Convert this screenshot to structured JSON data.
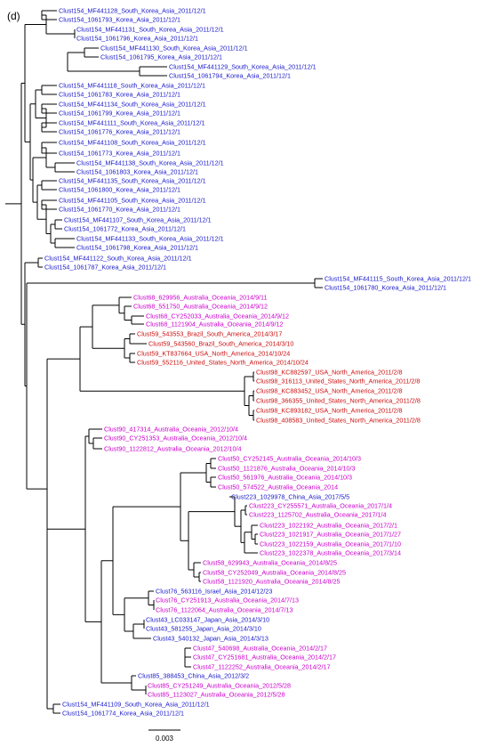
{
  "panel_label": "(d)",
  "scale_label": "0.003",
  "colors": {
    "asia": "#1a1acc",
    "oceania": "#cc00cc",
    "america": "#cc1111",
    "branch": "#000000"
  },
  "leaves": [
    {
      "label": "Clust154_MF441128_South_Korea_Asia_2011/12/1",
      "region": "asia"
    },
    {
      "label": "Clust154_1061793_Korea_Asia_2011/12/1",
      "region": "asia"
    },
    {
      "label": "Clust154_MF441131_South_Korea_Asia_2011/12/1",
      "region": "asia"
    },
    {
      "label": "Clust154_1061796_Korea_Asia_2011/12/1",
      "region": "asia"
    },
    {
      "label": "Clust154_MF441130_South_Korea_Asia_2011/12/1",
      "region": "asia"
    },
    {
      "label": "Clust154_1061795_Korea_Asia_2011/12/1",
      "region": "asia"
    },
    {
      "label": "Clust154_MF441129_South_Korea_Asia_2011/12/1",
      "region": "asia"
    },
    {
      "label": "Clust154_1061794_Korea_Asia_2011/12/1",
      "region": "asia"
    },
    {
      "label": "Clust154_MF441118_South_Korea_Asia_2011/12/1",
      "region": "asia"
    },
    {
      "label": "Clust154_1061783_Korea_Asia_2011/12/1",
      "region": "asia"
    },
    {
      "label": "Clust154_MF441134_South_Korea_Asia_2011/12/1",
      "region": "asia"
    },
    {
      "label": "Clust154_1061799_Korea_Asia_2011/12/1",
      "region": "asia"
    },
    {
      "label": "Clust154_MF441111_South_Korea_Asia_2011/12/1",
      "region": "asia"
    },
    {
      "label": "Clust154_1061776_Korea_Asia_2011/12/1",
      "region": "asia"
    },
    {
      "label": "Clust154_MF441108_South_Korea_Asia_2011/12/1",
      "region": "asia"
    },
    {
      "label": "Clust154_1061773_Korea_Asia_2011/12/1",
      "region": "asia"
    },
    {
      "label": "Clust154_MF441138_South_Korea_Asia_2011/12/1",
      "region": "asia"
    },
    {
      "label": "Clust154_1061803_Korea_Asia_2011/12/1",
      "region": "asia"
    },
    {
      "label": "Clust154_MF441135_South_Korea_Asia_2011/12/1",
      "region": "asia"
    },
    {
      "label": "Clust154_1061800_Korea_Asia_2011/12/1",
      "region": "asia"
    },
    {
      "label": "Clust154_MF441105_South_Korea_Asia_2011/12/1",
      "region": "asia"
    },
    {
      "label": "Clust154_1061770_Korea_Asia_2011/12/1",
      "region": "asia"
    },
    {
      "label": "Clust154_MF441107_South_Korea_Asia_2011/12/1",
      "region": "asia"
    },
    {
      "label": "Clust154_1061772_Korea_Asia_2011/12/1",
      "region": "asia"
    },
    {
      "label": "Clust154_MF441133_South_Korea_Asia_2011/12/1",
      "region": "asia"
    },
    {
      "label": "Clust154_1061798_Korea_Asia_2011/12/1",
      "region": "asia"
    },
    {
      "label": "Clust154_MF441122_South_Korea_Asia_2011/12/1",
      "region": "asia"
    },
    {
      "label": "Clust154_1061787_Korea_Asia_2011/12/1",
      "region": "asia"
    },
    {
      "label": "Clust154_MF441115_South_Korea_Asia_2011/12/1",
      "region": "asia"
    },
    {
      "label": "Clust154_1061780_Korea_Asia_2011/12/1",
      "region": "asia"
    },
    {
      "label": "Clust68_629956_Australia_Oceania_2014/9/11",
      "region": "oceania"
    },
    {
      "label": "Clust68_551750_Australia_Oceania_2014/9/12",
      "region": "oceania"
    },
    {
      "label": "Clust68_CY252033_Australia_Oceania_2014/9/12",
      "region": "oceania"
    },
    {
      "label": "Clust68_1121904_Australia_Oceania_2014/9/12",
      "region": "oceania"
    },
    {
      "label": "Clust59_543553_Brazil_South_America_2014/3/17",
      "region": "america"
    },
    {
      "label": "Clust59_543560_Brazil_South_America_2014/3/10",
      "region": "america"
    },
    {
      "label": "Clust59_KT837664_USA_North_America_2014/10/24",
      "region": "america"
    },
    {
      "label": "Clust59_552116_United_States_North_America_2014/10/24",
      "region": "america"
    },
    {
      "label": "Clust98_KC882597_USA_North_America_2011/2/8",
      "region": "america"
    },
    {
      "label": "Clust98_316113_United_States_North_America_2011/2/8",
      "region": "america"
    },
    {
      "label": "Clust98_KC883452_USA_North_America_2011/2/8",
      "region": "america"
    },
    {
      "label": "Clust98_366355_United_States_North_America_2011/2/8",
      "region": "america"
    },
    {
      "label": "Clust98_KC893182_USA_North_America_2011/2/8",
      "region": "america"
    },
    {
      "label": "Clust98_408583_United_States_North_America_2011/2/8",
      "region": "america"
    },
    {
      "label": "Clust90_417314_Australia_Oceania_2012/10/4",
      "region": "oceania"
    },
    {
      "label": "Clust90_CY251353_Australia_Oceania_2012/10/4",
      "region": "oceania"
    },
    {
      "label": "Clust90_1122812_Australia_Oceania_2012/10/4",
      "region": "oceania"
    },
    {
      "label": "Clust50_CY252145_Australia_Oceania_2014/10/3",
      "region": "oceania"
    },
    {
      "label": "Clust50_1121876_Australia_Oceania_2014/10/3",
      "region": "oceania"
    },
    {
      "label": "Clust50_561976_Australia_Oceania_2014/10/3",
      "region": "oceania"
    },
    {
      "label": "Clust50_574522_Australia_Oceania_2014",
      "region": "oceania"
    },
    {
      "label": "Clust223_1029978_China_Asia_2017/5/5",
      "region": "asia"
    },
    {
      "label": "Clust223_CY255571_Australia_Oceania_2017/1/4",
      "region": "oceania"
    },
    {
      "label": "Clust223_1125702_Australia_Oceania_2017/1/4",
      "region": "oceania"
    },
    {
      "label": "Clust223_1022192_Australia_Oceania_2017/2/1",
      "region": "oceania"
    },
    {
      "label": "Clust223_1021917_Australia_Oceania_2017/1/27",
      "region": "oceania"
    },
    {
      "label": "Clust223_1022159_Australia_Oceania_2017/1/10",
      "region": "oceania"
    },
    {
      "label": "Clust223_1022378_Australia_Oceania_2017/3/14",
      "region": "oceania"
    },
    {
      "label": "Clust58_629943_Australia_Oceania_2014/8/25",
      "region": "oceania"
    },
    {
      "label": "Clust58_CY252049_Australia_Oceania_2014/8/25",
      "region": "oceania"
    },
    {
      "label": "Clust58_1121920_Australia_Oceania_2014/8/25",
      "region": "oceania"
    },
    {
      "label": "Clust76_563116_Israel_Asia_2014/12/23",
      "region": "asia"
    },
    {
      "label": "Clust76_CY251913_Australia_Oceania_2014/7/13",
      "region": "oceania"
    },
    {
      "label": "Clust76_1122064_Australia_Oceania_2014/7/13",
      "region": "oceania"
    },
    {
      "label": "Clust43_LC033147_Japan_Asia_2014/3/10",
      "region": "asia"
    },
    {
      "label": "Clust43_581255_Japan_Asia_2014/3/10",
      "region": "asia"
    },
    {
      "label": "Clust43_540132_Japan_Asia_2014/3/13",
      "region": "asia"
    },
    {
      "label": "Clust47_540698_Australia_Oceania_2014/2/17",
      "region": "oceania"
    },
    {
      "label": "Clust47_CY251681_Australia_Oceania_2014/2/17",
      "region": "oceania"
    },
    {
      "label": "Clust47_1122252_Australia_Oceania_2014/2/17",
      "region": "oceania"
    },
    {
      "label": "Clust85_388453_China_Asia_2012/3/2",
      "region": "asia"
    },
    {
      "label": "Clust85_CY251249_Australia_Oceania_2012/5/28",
      "region": "oceania"
    },
    {
      "label": "Clust85_1123027_Australia_Oceania_2012/5/28",
      "region": "oceania"
    },
    {
      "label": "Clust154_MF441109_South_Korea_Asia_2011/12/1",
      "region": "asia"
    },
    {
      "label": "Clust154_1061774_Korea_Asia_2011/12/1",
      "region": "asia"
    }
  ]
}
